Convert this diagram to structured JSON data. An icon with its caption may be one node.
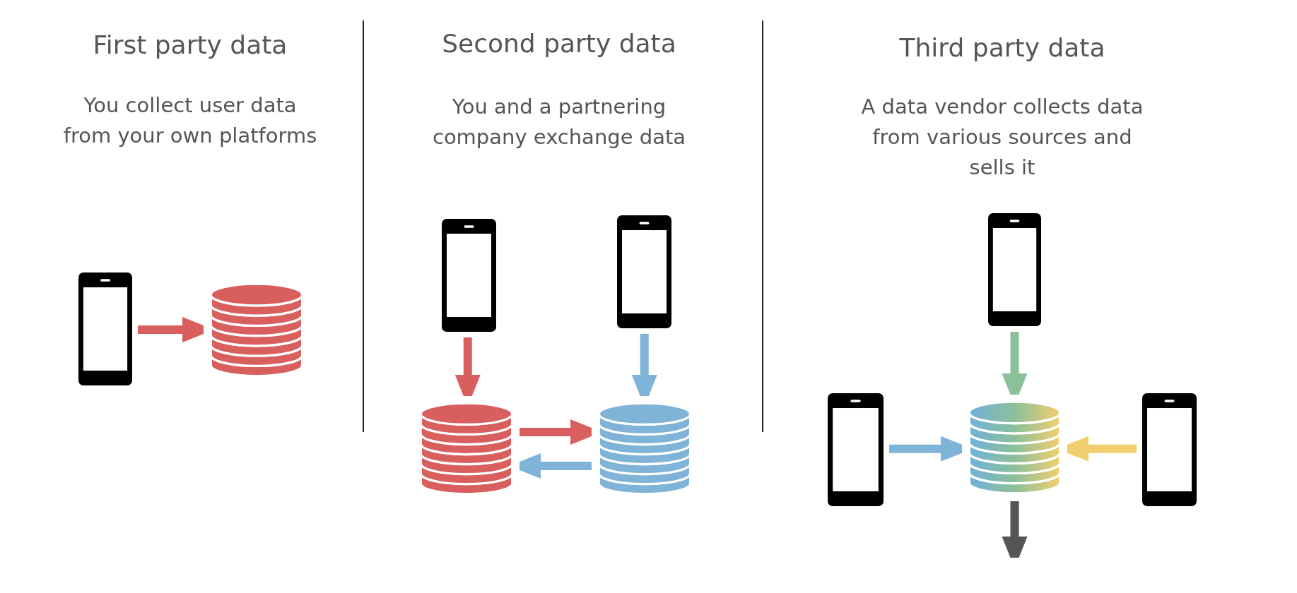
{
  "diagram": {
    "nodes": [
      {
        "text": [],
        "shape": "picture"
      },
      {
        "text": [],
        "shape": "cylinder"
      },
      {
        "text": [],
        "shape": "picture"
      },
      {
        "text": [],
        "shape": "picture"
      },
      {
        "text": [],
        "shape": "cylinder"
      },
      {
        "text": [],
        "shape": "cylinder"
      },
      {
        "text": [],
        "shape": "picture"
      },
      {
        "text": [],
        "shape": "picture"
      },
      {
        "text": [],
        "shape": "cylinder"
      },
      {
        "text": [],
        "shape": "picture"
      }
    ],
    "edges": [
      {
        "from": 0,
        "to": 1,
        "arrow": "to",
        "color": "#d95f5f"
      },
      {
        "from": 2,
        "to": 4,
        "arrow": "to",
        "color": "#d95f5f"
      },
      {
        "from": 3,
        "to": 5,
        "arrow": "to",
        "color": "#7fb3d8"
      },
      {
        "from": 4,
        "to": 5,
        "arrow": "to",
        "color": "#d95f5f"
      },
      {
        "from": 5,
        "to": 4,
        "arrow": "to",
        "color": "#7fb3d8"
      },
      {
        "from": 6,
        "to": 8,
        "arrow": "to",
        "color": "#8cc09a"
      },
      {
        "from": 7,
        "to": 8,
        "arrow": "to",
        "color": "#7fb3d8"
      },
      {
        "from": 9,
        "to": 8,
        "arrow": "to",
        "color": "#f2cf6e"
      },
      {
        "from": 8,
        "to": null,
        "arrow": "to",
        "color": "#555555"
      }
    ],
    "labels": [
      "First party data",
      "You collect user data from your own platforms",
      "Second party data",
      "You and a partnering company exchange data",
      "Third party data",
      "A data vendor collects data from various sources and sells it"
    ]
  }
}
